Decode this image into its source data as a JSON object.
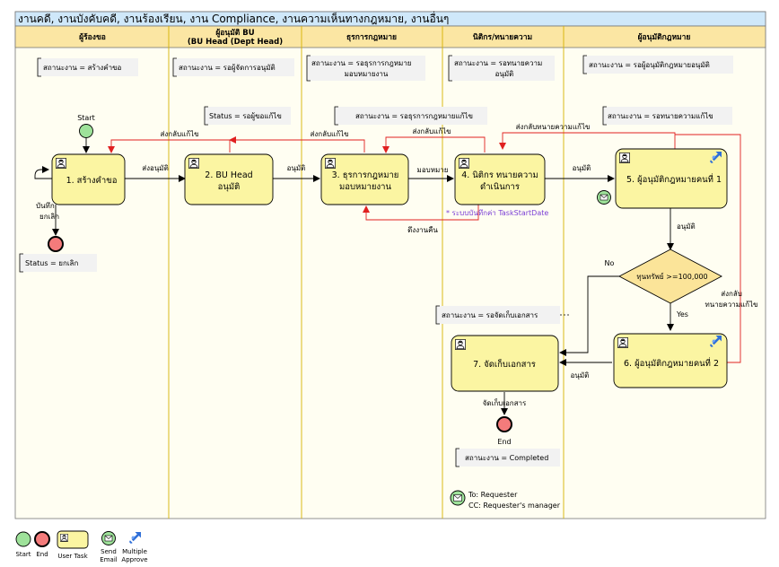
{
  "title": "งานคดี, งานบังคับคดี, งานร้องเรียน, งาน Compliance, งานความเห็นทางกฎหมาย, งานอื่นๆ",
  "lanes": [
    {
      "line1": "ผู้ร้องขอ",
      "line2": ""
    },
    {
      "line1": "ผู้อนุมัติ BU",
      "line2": "(BU Head (Dept Head)"
    },
    {
      "line1": "ธุรการกฎหมาย",
      "line2": ""
    },
    {
      "line1": "นิติกร/ทนายความ",
      "line2": ""
    },
    {
      "line1": "ผู้อนุมัติกฎหมาย",
      "line2": ""
    }
  ],
  "tasks": {
    "t1": {
      "line1": "1. สร้างคำขอ",
      "line2": ""
    },
    "t2": {
      "line1": "2. BU Head",
      "line2": "อนุมัติ"
    },
    "t3": {
      "line1": "3. ธุรการกฎหมาย",
      "line2": "มอบหมายงาน"
    },
    "t4": {
      "line1": "4. นิติกร ทนายความ",
      "line2": "ดำเนินการ"
    },
    "t5": {
      "line1": "5. ผู้อนุมัติกฎหมายคนที่ 1",
      "line2": ""
    },
    "t6": {
      "line1": "6. ผู้อนุมัติกฎหมายคนที่ 2",
      "line2": ""
    },
    "t7": {
      "line1": "7. จัดเก็บเอกสาร",
      "line2": ""
    }
  },
  "gateway": "ทุนทรัพย์ >=100,000",
  "events": {
    "start": "Start",
    "end": "End"
  },
  "notes": {
    "n1": {
      "line1": "สถานะงาน = สร้างคำขอ",
      "line2": ""
    },
    "n2": {
      "line1": "สถานะงาน = รอผู้จัดการอนุมัติ",
      "line2": ""
    },
    "n3": {
      "line1": "สถานะงาน = รอธุรการกฎหมาย",
      "line2": "มอบหมายงาน"
    },
    "n4": {
      "line1": "สถานะงาน = รอทนายความ",
      "line2": "อนุมัติ"
    },
    "n5": {
      "line1": "สถานะงาน = รอผู้อนุมัติกฎหมายอนุมัติ",
      "line2": ""
    },
    "n6": {
      "line1": "Status = รอผู้ขอแก้ไข",
      "line2": ""
    },
    "n7": {
      "line1": "สถานะงาน = รอธุรการกฎหมายแก้ไข",
      "line2": ""
    },
    "n8": {
      "line1": "สถานะงาน = รอทนายความแก้ไข",
      "line2": ""
    },
    "n9": {
      "line1": "Status = ยกเลิก",
      "line2": ""
    },
    "n10": {
      "line1": "สถานะงาน = รอจัดเก็บเอกสาร",
      "line2": ""
    },
    "n11": {
      "line1": "สถานะงาน = Completed",
      "line2": ""
    }
  },
  "edge_labels": {
    "e1": "ส่งอนุมัติ",
    "e2": "อนุมัติ",
    "e3": "มอบหมาย",
    "e4": "อนุมัติ",
    "e5": "อนุมัติ",
    "e6": "No",
    "e7": "Yes",
    "e8": "อนุมัติ",
    "e9": "จัดเก็บเอกสาร",
    "r1": "ส่งกลับแก้ไข",
    "r2": "ส่งกลับแก้ไข",
    "r3": "ส่งกลับแก้ไข",
    "r4": "ส่งกลับทนายความแก้ไข",
    "r5a": "ส่งกลับ",
    "r5b": "ทนายความแก้ไข",
    "r6": "ดึงงานคืน",
    "c1a": "บันทึก",
    "c1b": "ยกเลิก"
  },
  "annotation": "* ระบบบันทึกค่า TaskStartDate",
  "email": {
    "to": "To: Requester",
    "cc": "CC: Requester's manager"
  },
  "legend": {
    "start": "Start",
    "end": "End",
    "user_task": "User Task",
    "send_email_1": "Send",
    "send_email_2": "Email",
    "multi_1": "Multiple",
    "multi_2": "Approve"
  },
  "colors": {
    "title_bg": "#cfe8fa",
    "header_bg": "#fbe6a3",
    "lane_bg": "#fffef2",
    "task_fill": "#fbf5a2",
    "start_fill": "#9ee29a",
    "end_fill": "#f47b7b",
    "gateway_fill": "#fbe499",
    "flow_black": "#000000",
    "flow_red": "#e02020",
    "annotation": "#7b3fd6",
    "jira_blue": "#2f6fd8"
  }
}
